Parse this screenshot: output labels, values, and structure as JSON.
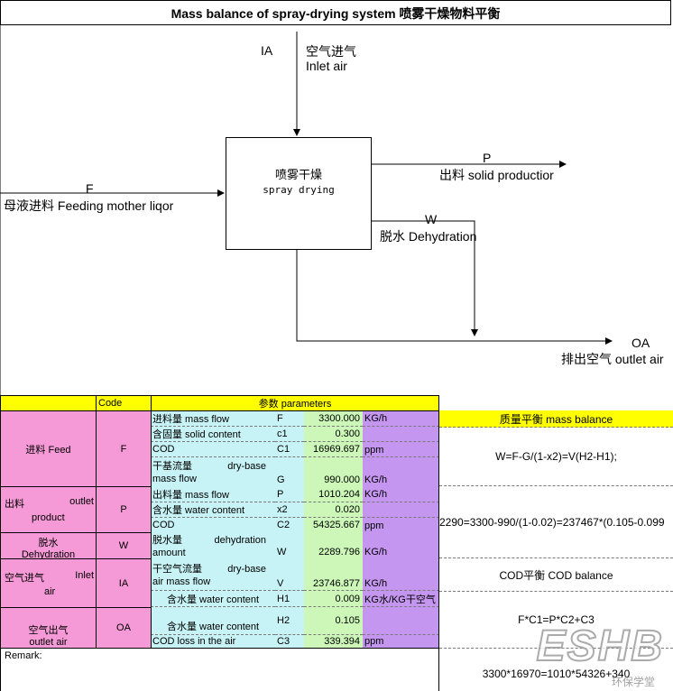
{
  "title": "Mass balance of spray-drying system 喷雾干燥物料平衡",
  "diagram": {
    "ia_code": "IA",
    "ia_label_cn": "空气进气",
    "ia_label_en": "Inlet air",
    "center_cn": "喷雾干燥",
    "center_en": "spray drying",
    "p_code": "P",
    "p_label": "出料 solid productior",
    "f_code": "F",
    "f_label": "母液进料 Feeding mother liqor",
    "w_code": "W",
    "w_label": "脱水 Dehydration",
    "oa_code": "OA",
    "oa_label": "排出空气 outlet air"
  },
  "table": {
    "header_code": "Code",
    "header_params": "参数 parameters",
    "groups": {
      "feed": "进料 Feed",
      "feed_code": "F",
      "outlet_a": "出料",
      "outlet_b": "outlet",
      "outlet_c": "product",
      "outlet_code": "P",
      "dehyd_a": "脱水",
      "dehyd_b": "Dehydration",
      "dehyd_code": "W",
      "inlet_a": "空气进气",
      "inlet_b": "Inlet",
      "inlet_c": "air",
      "inlet_code": "IA",
      "outair_a": "空气出气",
      "outair_b": "outlet air",
      "outair_code": "OA"
    },
    "rows": [
      {
        "param": "进料量 mass flow",
        "sym": "F",
        "val": "3300.000",
        "unit": "KG/h"
      },
      {
        "param": "含固量 solid content",
        "sym": "c1",
        "val": "0.300",
        "unit": ""
      },
      {
        "param": "COD",
        "sym": "C1",
        "val": "16969.697",
        "unit": "ppm"
      },
      {
        "param_a": "干基流量",
        "param_b": "dry-base",
        "param_c": "mass flow",
        "sym": "G",
        "val": "990.000",
        "unit": "KG/h"
      },
      {
        "param": "出料量 mass flow",
        "sym": "P",
        "val": "1010.204",
        "unit": "KG/h"
      },
      {
        "param": "含水量 water content",
        "sym": "x2",
        "val": "0.020",
        "unit": ""
      },
      {
        "param": "COD",
        "sym": "C2",
        "val": "54325.667",
        "unit": "ppm"
      },
      {
        "param_a": "脱水量",
        "param_b": "dehydration",
        "param_c": "amount",
        "sym": "W",
        "val": "2289.796",
        "unit": "KG/h"
      },
      {
        "param_a": "干空气流量",
        "param_b": "dry-base",
        "param_c": "air mass flow",
        "sym": "V",
        "val": "23746.877",
        "unit": "KG/h"
      },
      {
        "param": "含水量 water content",
        "sym": "H1",
        "val": "0.009",
        "unit": "KG水/KG干空气"
      },
      {
        "param": "含水量 water content",
        "sym": "H2",
        "val": "0.105",
        "unit": ""
      },
      {
        "param": "COD loss in the air",
        "sym": "C3",
        "val": "339.394",
        "unit": "ppm"
      }
    ],
    "remark": "Remark:"
  },
  "balance": {
    "mass_title": "质量平衡 mass balance",
    "mass_formula": "W=F-G/(1-x2)=V(H2-H1);",
    "mass_calc": "2290=3300-990/(1-0.02)=237467*(0.105-0.099",
    "cod_title": "COD平衡  COD balance",
    "cod_formula": "F*C1=P*C2+C3",
    "cod_calc": "3300*16970=1010*54326+340"
  },
  "watermark": {
    "main": "ESHB",
    "sub": "环保学堂"
  },
  "colors": {
    "pink": "#f59ad6",
    "cyan": "#c7f3f6",
    "green": "#ccf7b8",
    "purple": "#c596f0",
    "yellow": "#ffff00"
  }
}
